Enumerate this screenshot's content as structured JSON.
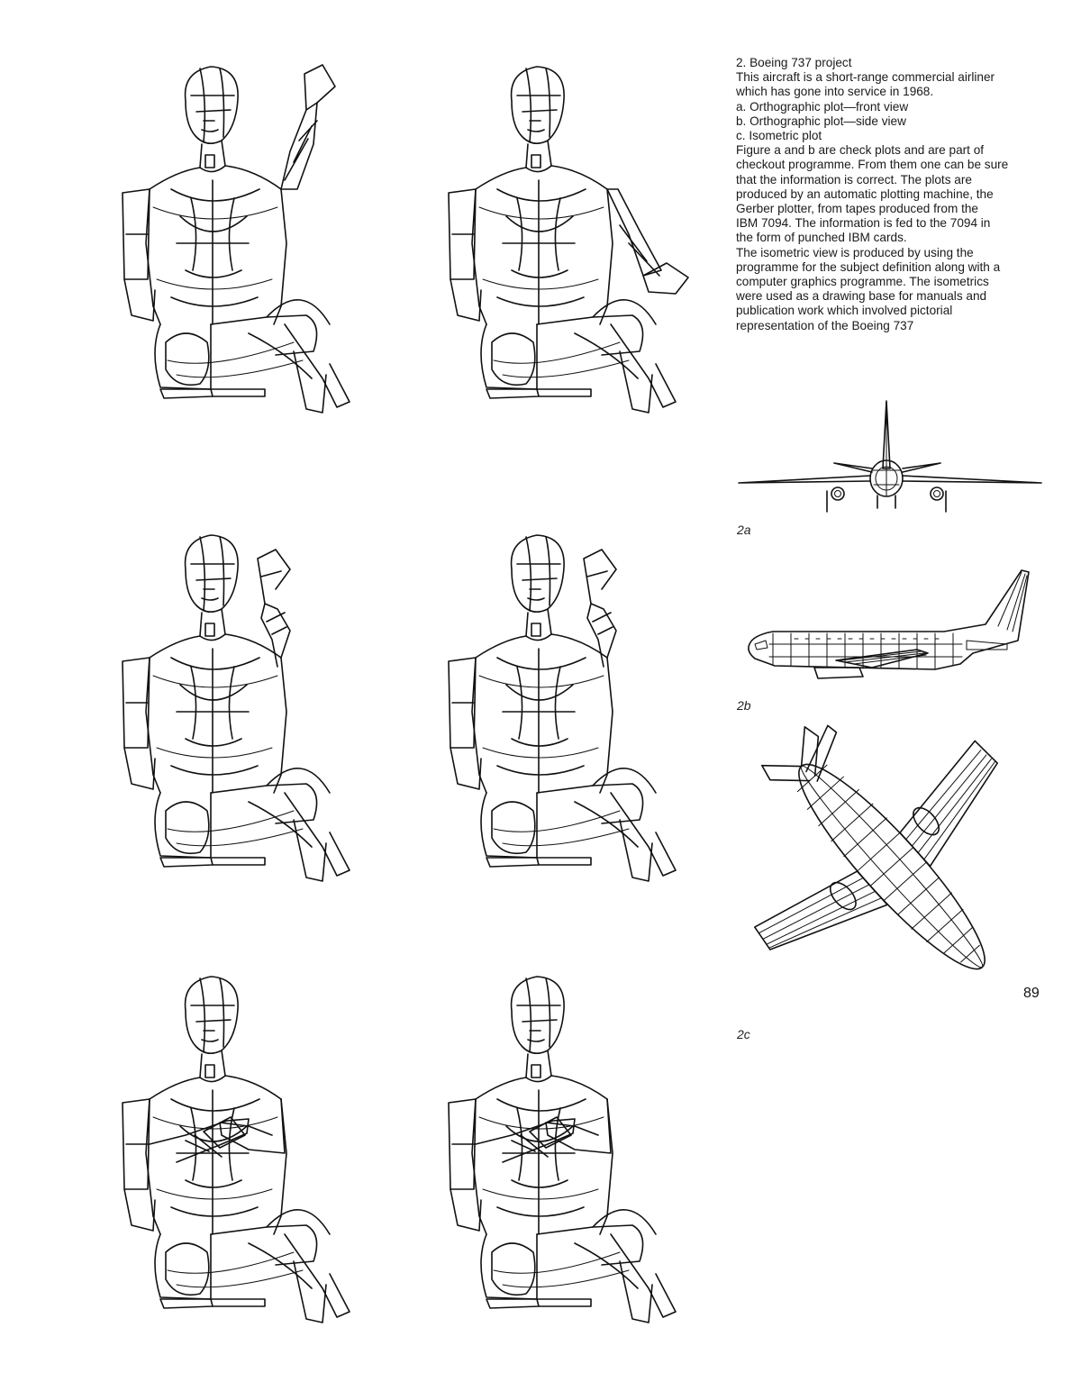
{
  "text": {
    "heading": "2. Boeing 737 project",
    "lines": [
      "This aircraft is a short-range commercial airliner",
      "which has gone into service in 1968.",
      "a. Orthographic plot—front view",
      "b. Orthographic plot—side view",
      "c. Isometric plot",
      "Figure a and b are check plots and are part of",
      "checkout programme. From them one can be sure",
      "that the information is correct. The plots are",
      "produced by an automatic plotting machine, the",
      "Gerber plotter, from tapes produced from the",
      "IBM 7094. The information is fed to the 7094 in",
      "the form of punched IBM cards.",
      "The isometric view is produced by using the",
      "programme for the subject definition along with a",
      "computer graphics programme. The isometrics",
      "were used as a drawing base for manuals and",
      "publication work which involved pictorial",
      "representation of the Boeing 737"
    ]
  },
  "captions": {
    "fig_2a": "2a",
    "fig_2b": "2b",
    "fig_2c": "2c"
  },
  "page_number": "89"
}
